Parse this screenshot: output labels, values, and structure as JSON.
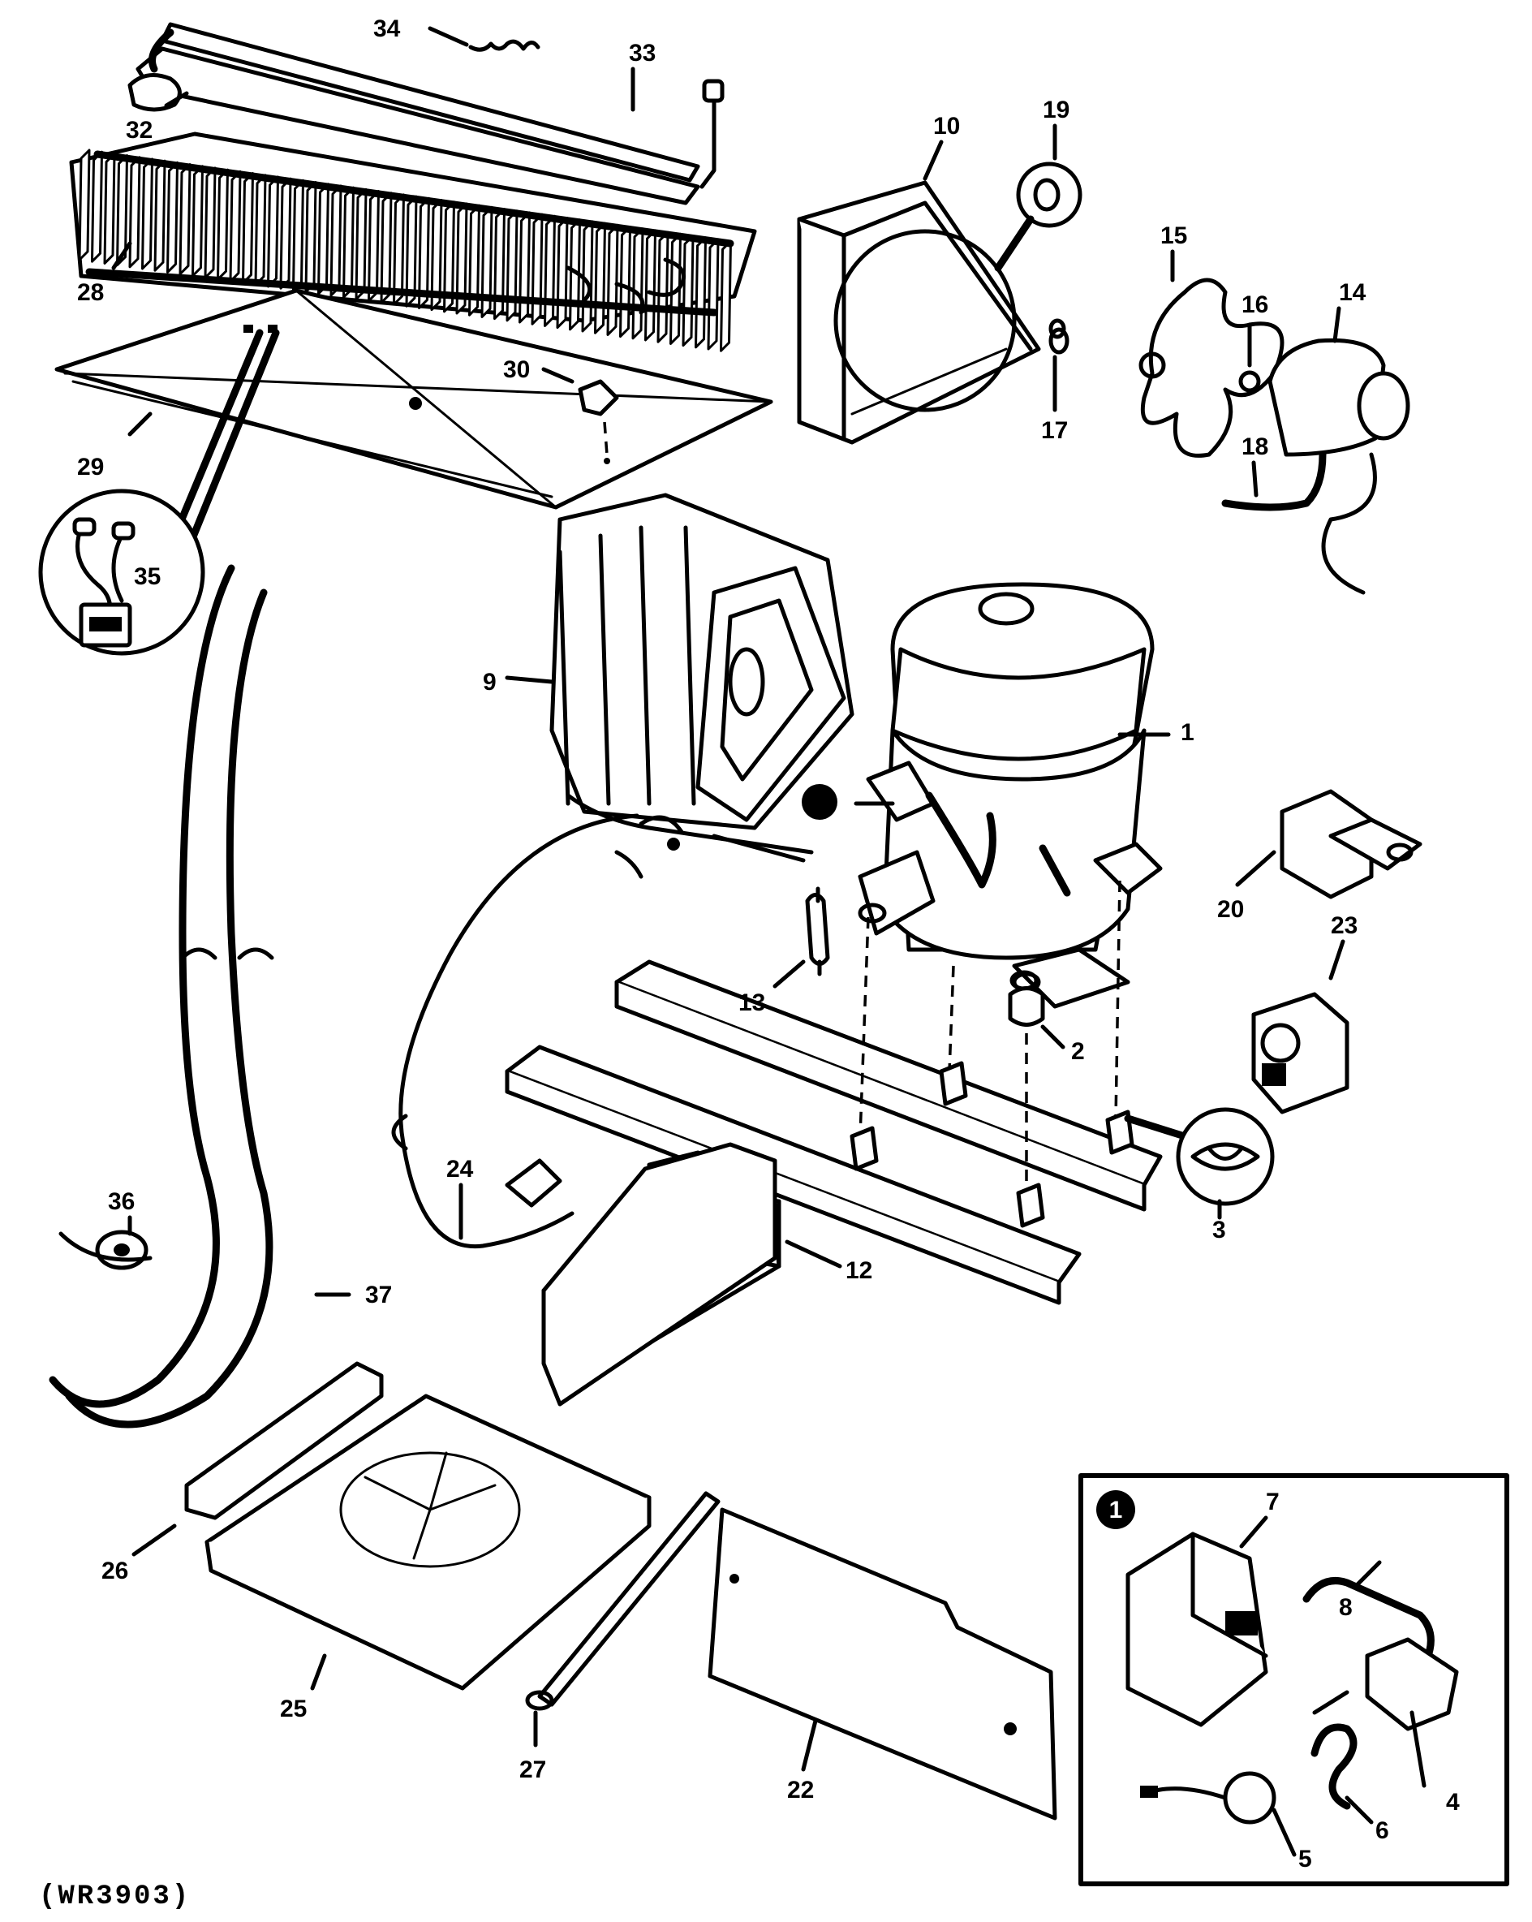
{
  "diagram": {
    "figure_code": "(WR3903)",
    "inset_marker": "1",
    "callouts": [
      {
        "id": "c1",
        "label": "1"
      },
      {
        "id": "c2",
        "label": "2"
      },
      {
        "id": "c3",
        "label": "3"
      },
      {
        "id": "c4",
        "label": "4"
      },
      {
        "id": "c5",
        "label": "5"
      },
      {
        "id": "c6",
        "label": "6"
      },
      {
        "id": "c7",
        "label": "7"
      },
      {
        "id": "c8",
        "label": "8"
      },
      {
        "id": "c9",
        "label": "9"
      },
      {
        "id": "c10",
        "label": "10"
      },
      {
        "id": "c12",
        "label": "12"
      },
      {
        "id": "c13",
        "label": "13"
      },
      {
        "id": "c14",
        "label": "14"
      },
      {
        "id": "c15",
        "label": "15"
      },
      {
        "id": "c16",
        "label": "16"
      },
      {
        "id": "c17",
        "label": "17"
      },
      {
        "id": "c18",
        "label": "18"
      },
      {
        "id": "c19",
        "label": "19"
      },
      {
        "id": "c20",
        "label": "20"
      },
      {
        "id": "c22",
        "label": "22"
      },
      {
        "id": "c23",
        "label": "23"
      },
      {
        "id": "c24",
        "label": "24"
      },
      {
        "id": "c25",
        "label": "25"
      },
      {
        "id": "c26",
        "label": "26"
      },
      {
        "id": "c27",
        "label": "27"
      },
      {
        "id": "c28",
        "label": "28"
      },
      {
        "id": "c29",
        "label": "29"
      },
      {
        "id": "c30",
        "label": "30"
      },
      {
        "id": "c32",
        "label": "32"
      },
      {
        "id": "c33",
        "label": "33"
      },
      {
        "id": "c34",
        "label": "34"
      },
      {
        "id": "c35",
        "label": "35"
      },
      {
        "id": "c36",
        "label": "36"
      },
      {
        "id": "c37",
        "label": "37"
      }
    ]
  }
}
